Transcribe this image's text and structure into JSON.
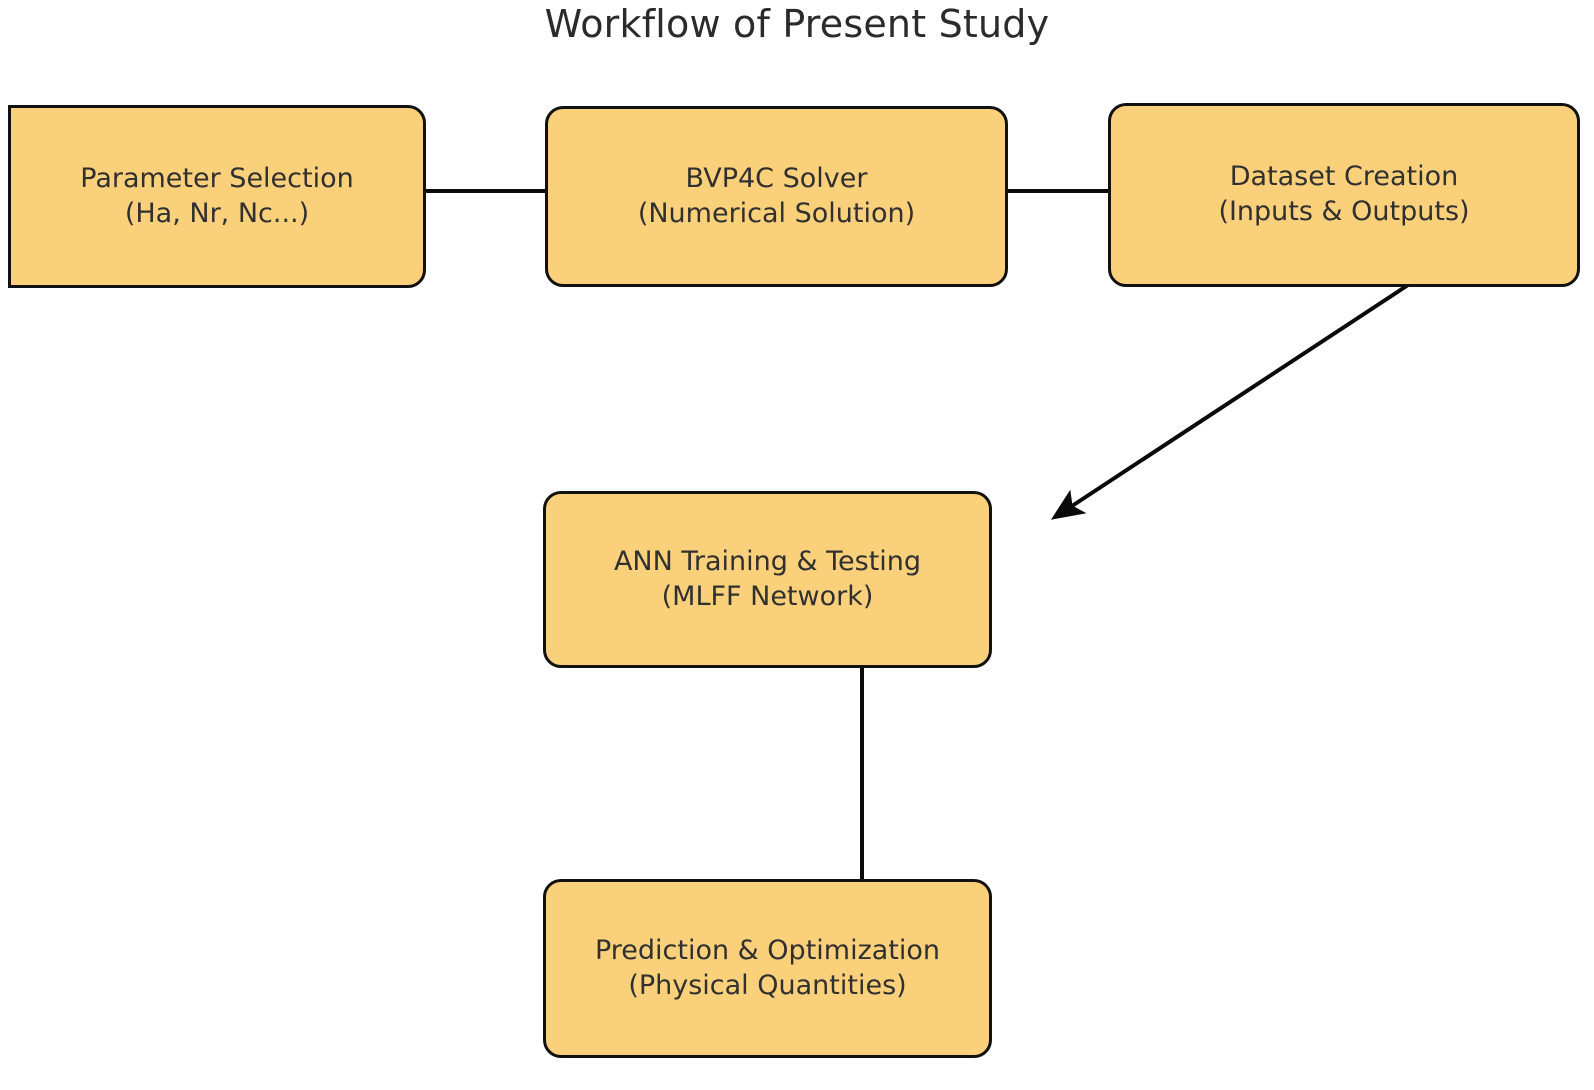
{
  "diagram": {
    "title": "Workflow of Present Study",
    "type": "flowchart",
    "orientation": "left-to-right then top-to-bottom",
    "node_fill_color": "#FBD07A",
    "node_border_color": "#111111",
    "arrow_color": "#0A0A0A",
    "background_color": "#FFFFFF",
    "title_color": "#2B2B2B"
  },
  "nodes": [
    {
      "id": "parameter-selection",
      "line1": "Parameter Selection",
      "line2": "(Ha, Nr, Nc...)"
    },
    {
      "id": "bvp4c-solver",
      "line1": "BVP4C Solver",
      "line2": "(Numerical Solution)"
    },
    {
      "id": "dataset-creation",
      "line1": "Dataset Creation",
      "line2": "(Inputs & Outputs)"
    },
    {
      "id": "ann-training",
      "line1": "ANN Training & Testing",
      "line2": "(MLFF Network)"
    },
    {
      "id": "prediction-optimization",
      "line1": "Prediction & Optimization",
      "line2": "(Physical Quantities)"
    }
  ],
  "edges": [
    {
      "id": "edge-parameter-to-solver",
      "from": "parameter-selection",
      "to": "bvp4c-solver",
      "direction": "right"
    },
    {
      "id": "edge-solver-to-dataset",
      "from": "bvp4c-solver",
      "to": "dataset-creation",
      "direction": "right"
    },
    {
      "id": "edge-dataset-to-ann",
      "from": "dataset-creation",
      "to": "ann-training",
      "direction": "diagonal-down-left"
    },
    {
      "id": "edge-ann-to-prediction",
      "from": "ann-training",
      "to": "prediction-optimization",
      "direction": "down"
    }
  ]
}
